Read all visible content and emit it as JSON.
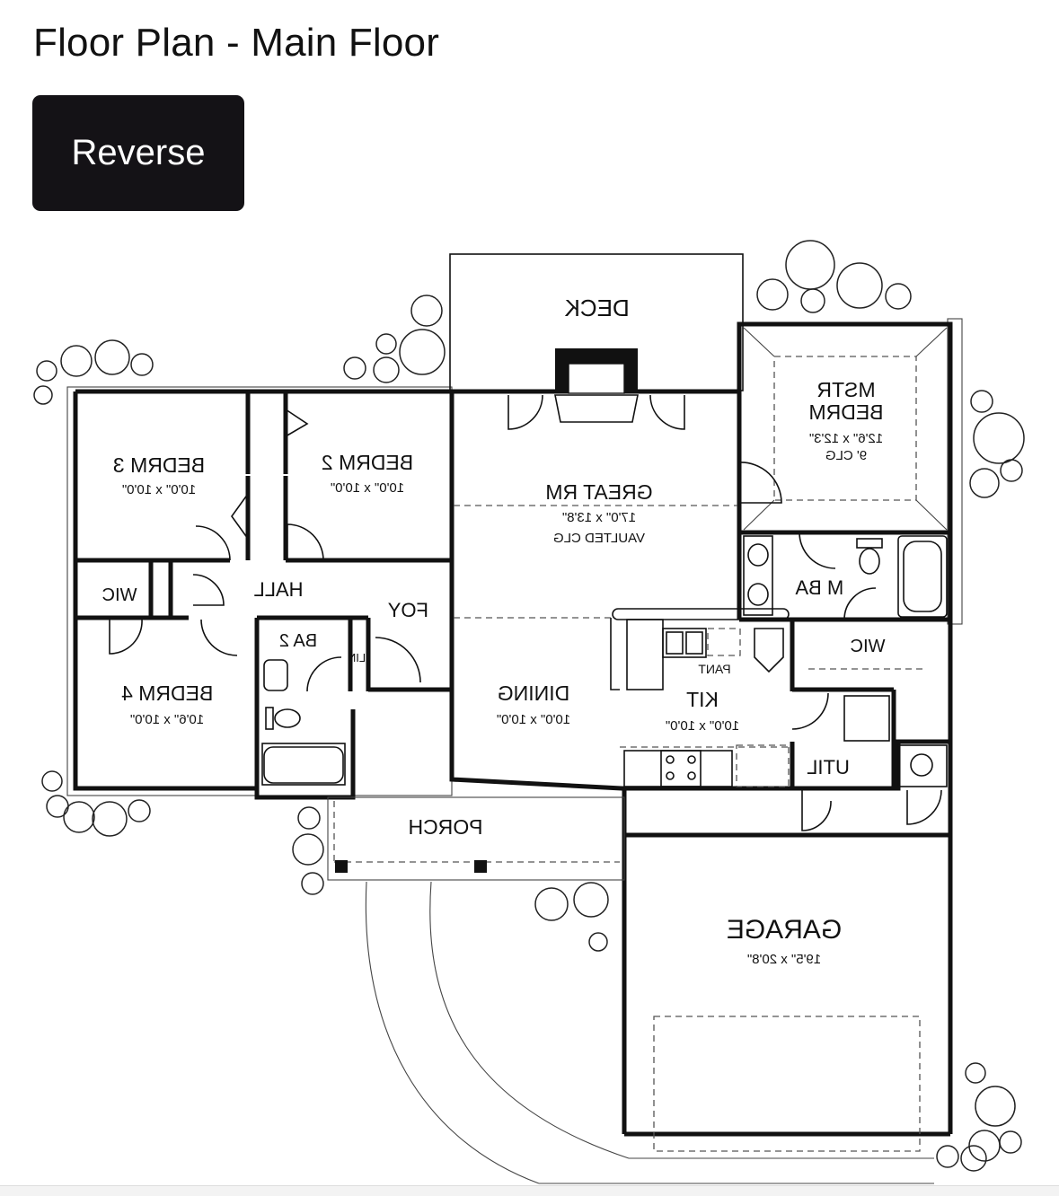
{
  "header": {
    "title": "Floor Plan - Main Floor",
    "reverse_label": "Reverse"
  },
  "plan": {
    "rooms": {
      "deck": "DECK",
      "mstr_line1": "MSTR",
      "mstr_line2": "BEDRM",
      "mstr_dims": "12'6\" x 12'3\"",
      "mstr_clg": "9' CLG",
      "bedrm3": "BEDRM 3",
      "bedrm3_dims": "10'0\" x 10'0\"",
      "bedrm2": "BEDRM 2",
      "bedrm2_dims": "10'0\" x 10'0\"",
      "great": "GREAT RM",
      "great_dims": "17'0\" x 13'8\"",
      "great_clg": "VAULTED CLG",
      "wic_left": "WIC",
      "hall": "HALL",
      "foy": "FOY",
      "mba": "M BA",
      "wic_right": "WIC",
      "ba2": "BA 2",
      "lin": "LIN",
      "pant": "PANT",
      "bedrm4": "BEDRM 4",
      "bedrm4_dims": "10'6\" x 10'0\"",
      "dining": "DINING",
      "dining_dims": "10'0\" x 10'0\"",
      "kit": "KIT",
      "kit_dims": "10'0\" x 10'0\"",
      "util": "UTIL",
      "porch": "PORCH",
      "garage": "GARAGE",
      "garage_dims": "19'5\" x 20'8\""
    }
  }
}
